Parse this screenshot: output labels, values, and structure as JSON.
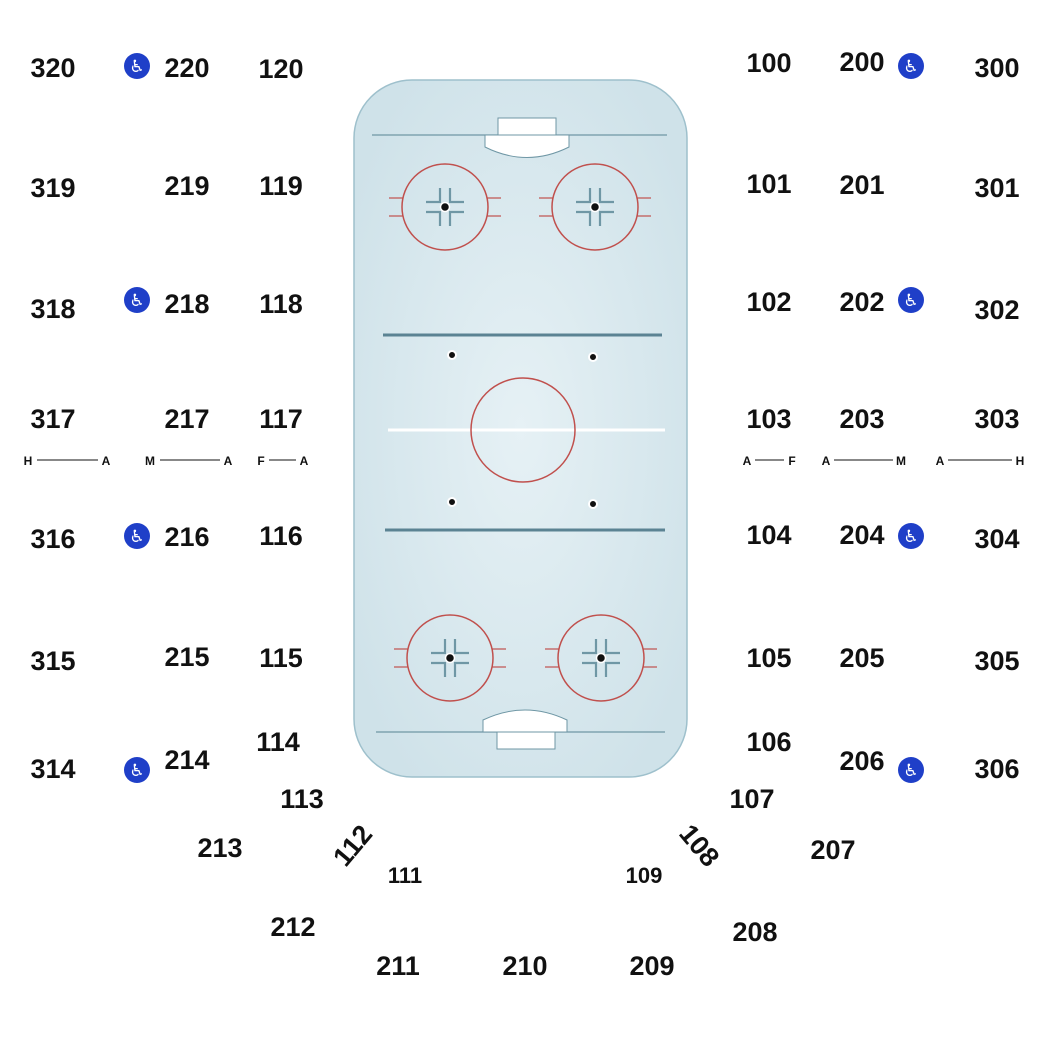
{
  "colors": {
    "ice_fill": "#cfe2e9",
    "ice_center": "#e6f1f5",
    "board_stroke": "#9ec0cc",
    "blue_line": "#5b8393",
    "red_circle": "#c0504d",
    "center_line": "#ffffff",
    "faceoff_hash": "#6f97a5",
    "crease_fill": "#ffffff",
    "accessible_badge": "#1f3fc8",
    "label_text": "#111111"
  },
  "accessible_icon": "wheelchair-icon",
  "sections": {
    "s100": "100",
    "s101": "101",
    "s102": "102",
    "s103": "103",
    "s104": "104",
    "s105": "105",
    "s106": "106",
    "s107": "107",
    "s108": "108",
    "s109": "109",
    "s111": "111",
    "s112": "112",
    "s113": "113",
    "s114": "114",
    "s115": "115",
    "s116": "116",
    "s117": "117",
    "s118": "118",
    "s119": "119",
    "s120": "120",
    "s200": "200",
    "s201": "201",
    "s202": "202",
    "s203": "203",
    "s204": "204",
    "s205": "205",
    "s206": "206",
    "s207": "207",
    "s208": "208",
    "s209": "209",
    "s210": "210",
    "s211": "211",
    "s212": "212",
    "s213": "213",
    "s214": "214",
    "s215": "215",
    "s216": "216",
    "s217": "217",
    "s218": "218",
    "s219": "219",
    "s220": "220",
    "s300": "300",
    "s301": "301",
    "s302": "302",
    "s303": "303",
    "s304": "304",
    "s305": "305",
    "s306": "306",
    "s314": "314",
    "s315": "315",
    "s316": "316",
    "s317": "317",
    "s318": "318",
    "s319": "319",
    "s320": "320"
  },
  "side_markers": {
    "left_h": "H",
    "left_a1": "A",
    "left_m": "M",
    "left_a2": "A",
    "left_f": "F",
    "left_a3": "A",
    "right_a1": "A",
    "right_f": "F",
    "right_a2": "A",
    "right_m": "M",
    "right_a3": "A",
    "right_h": "H"
  }
}
